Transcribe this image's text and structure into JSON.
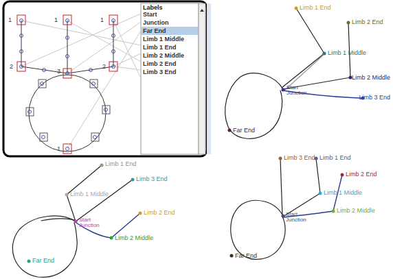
{
  "diagram": {
    "labels": [
      "1",
      "1",
      "1",
      "2",
      "3",
      "2",
      "1",
      "Labels",
      "Start",
      "Junction",
      "Far End",
      "Limb 1 Middle",
      "Limb 1 End",
      "Limb 2 Middle",
      "Limb 2 End",
      "Limb 3 End",
      "Limb 1 End",
      "Limb 2 End",
      "Limb 1 Middle",
      "Limb 2 Middle",
      "Start",
      "Junction",
      "Limb 3 End",
      "Far End",
      "Limb 1 End",
      "Limb 3 End",
      "Limb 1 Middle",
      "Limb 2 End",
      "Start",
      "Junction",
      "Limb 2 Middle",
      "Far End",
      "Limb 3 End",
      "Limb 1 End",
      "Limb 2 End",
      "Limb 1 Middle",
      "Limb 2 Middle",
      "Start",
      "Junction",
      "Far End"
    ]
  }
}
